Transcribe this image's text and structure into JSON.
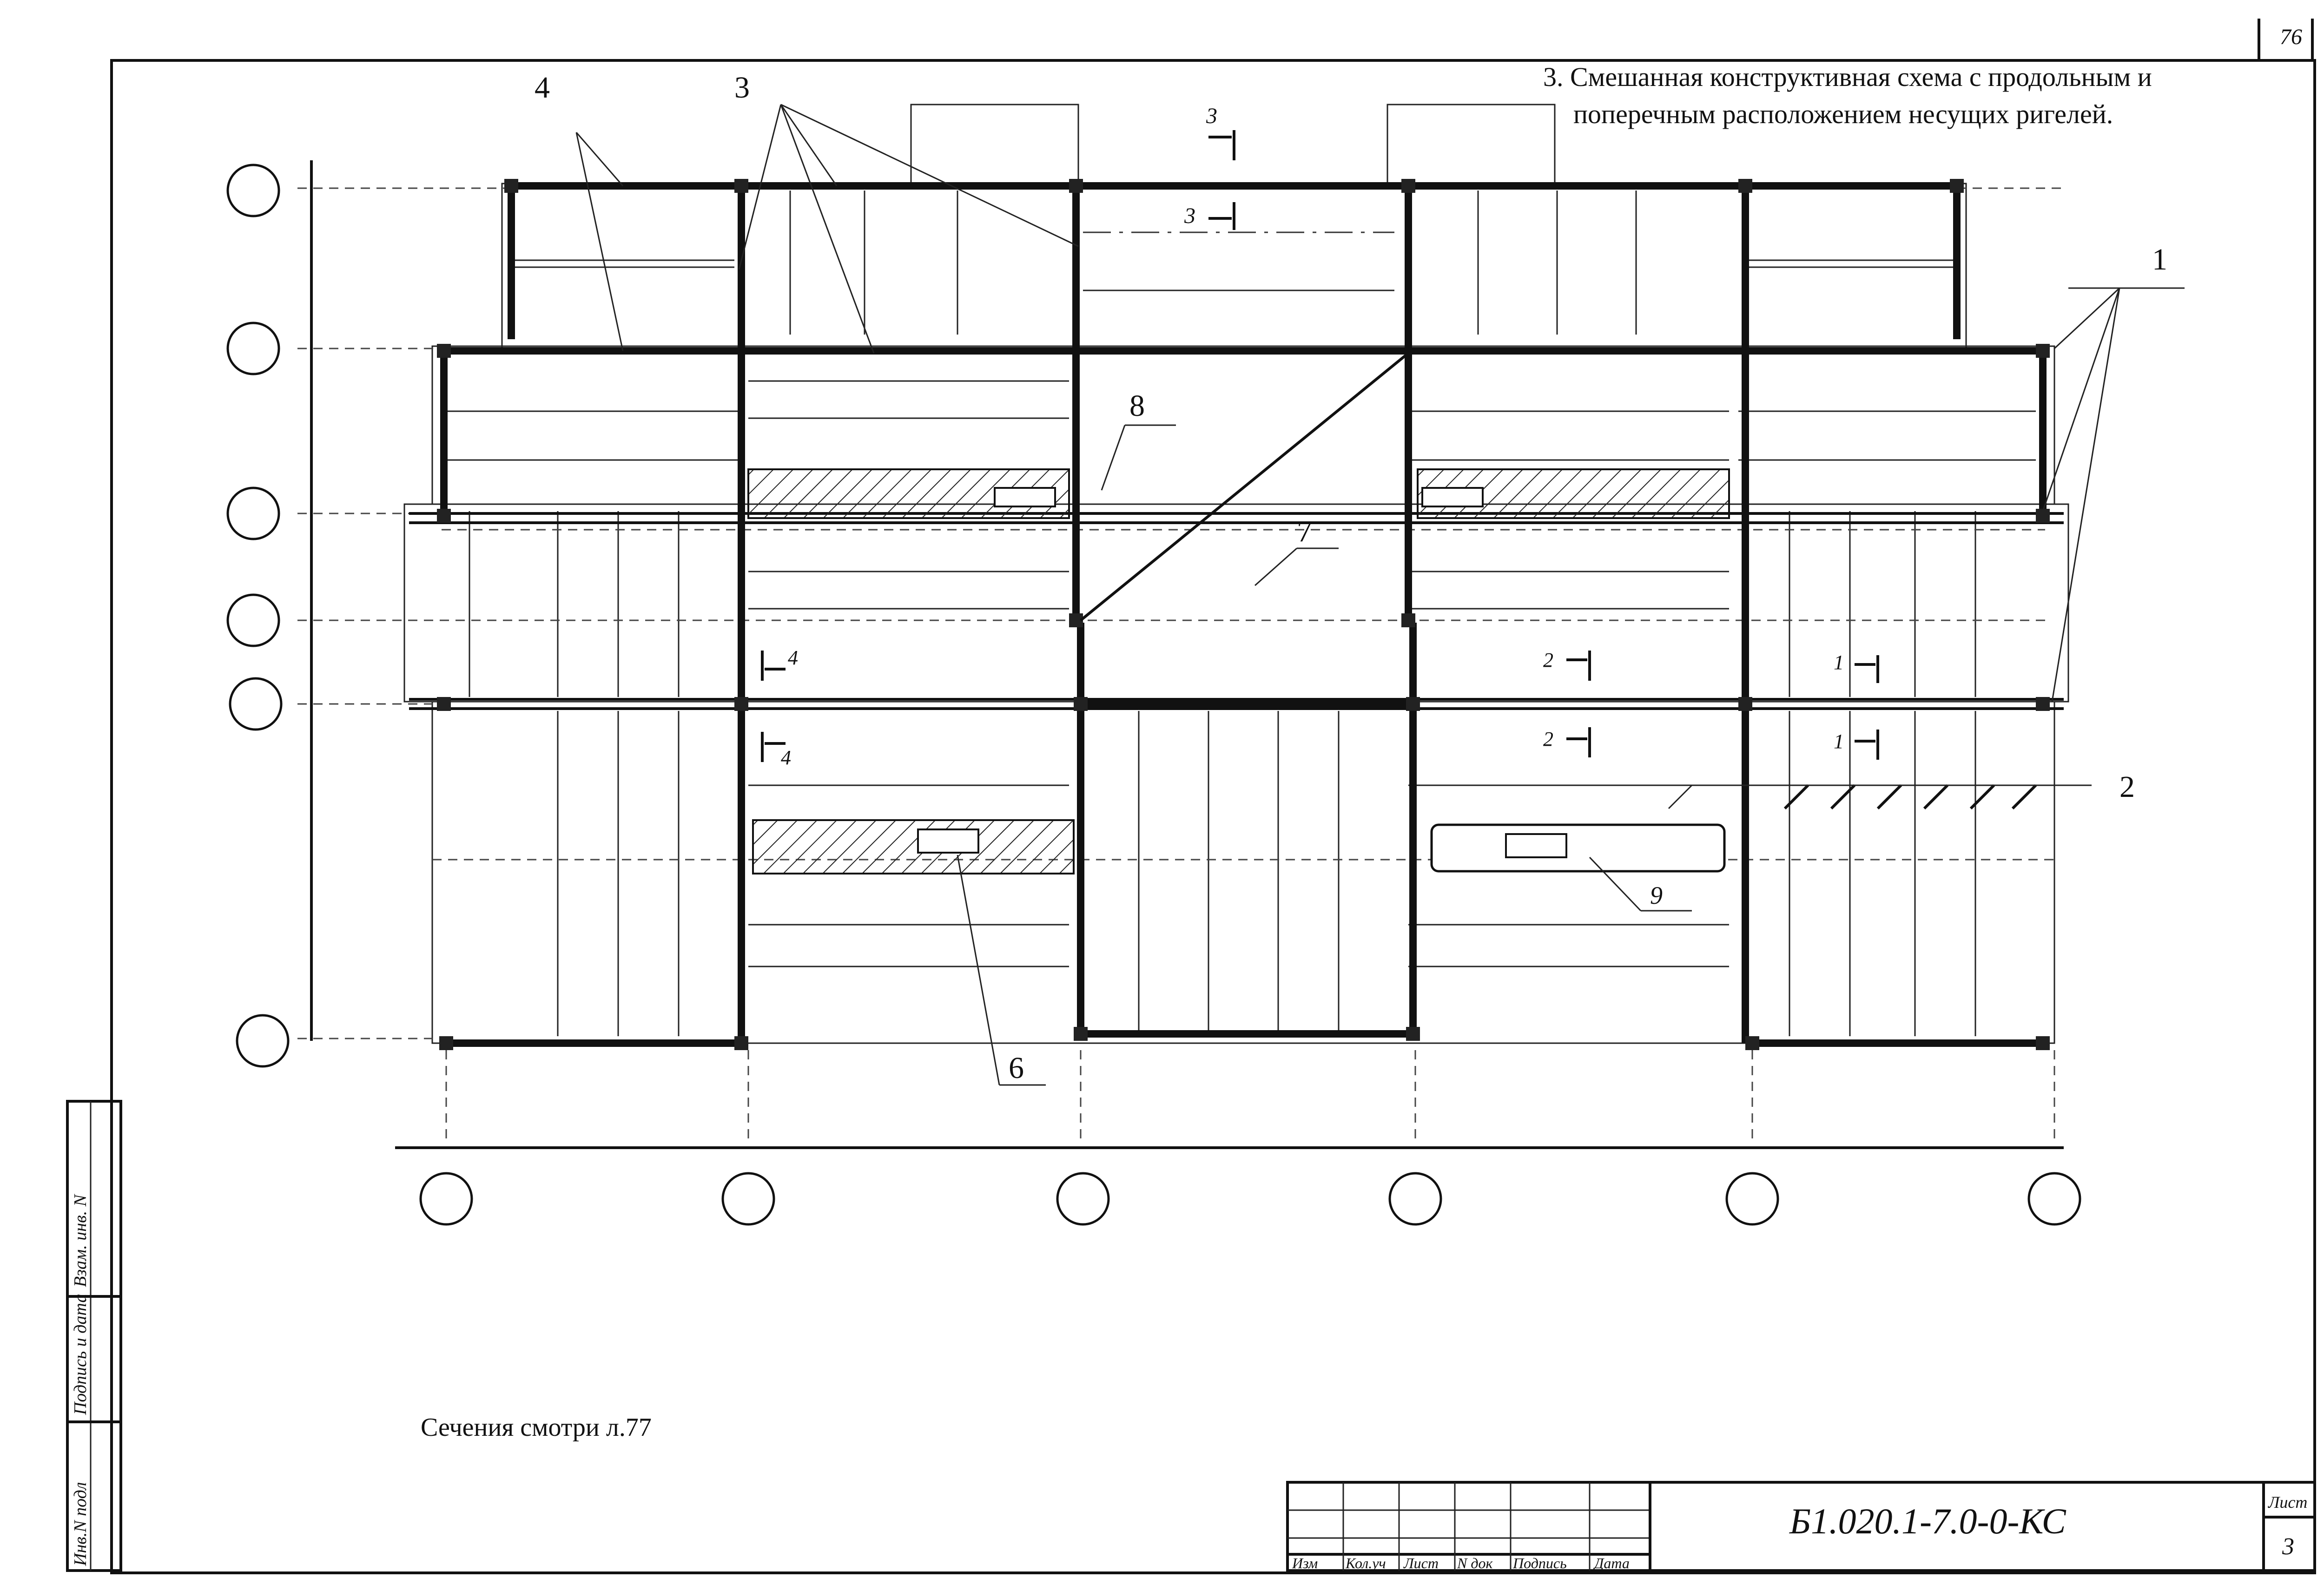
{
  "sheet_number_top": "76",
  "heading": "3. Смешанная конструктивная схема с продольным и поперечным расположением несущих ригелей.",
  "heading_lines": [
    "3. Смешанная конструктивная схема с продольным и",
    "поперечным расположением несущих ригелей."
  ],
  "callouts": [
    "1",
    "2",
    "3",
    "4",
    "6",
    "7",
    "8",
    "9"
  ],
  "section_marks": [
    "1",
    "2",
    "3",
    "4"
  ],
  "note": "Сечения смотри л.77",
  "stamp": {
    "code": "Б1.020.1-7.0-0-КС",
    "sheet_label": "Лист",
    "sheet_value": "3",
    "columns": [
      "Изм",
      "Кол.уч",
      "Лист",
      "N док",
      "Подпись",
      "Дата"
    ]
  },
  "side_stamp": [
    "Инв.N подл",
    "Подпись и дата",
    "Взам. инв. N"
  ]
}
